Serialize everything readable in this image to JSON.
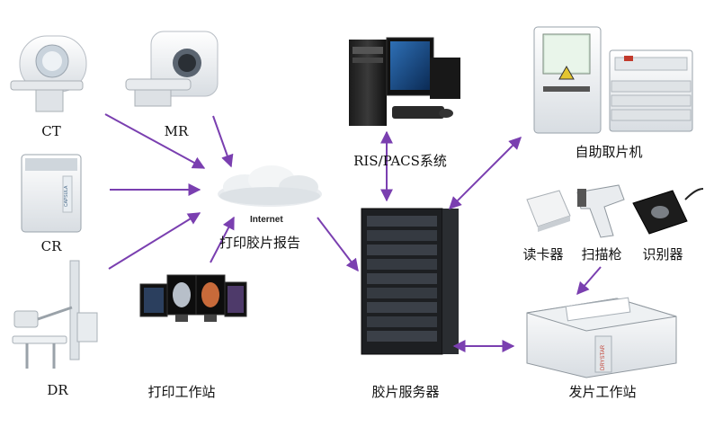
{
  "devices": {
    "ct": "CT",
    "mr": "MR",
    "cr": "CR",
    "dr": "DR",
    "print_workstation": "打印工作站",
    "internet": "Internet",
    "print_report": "打印胶片报告",
    "ris_pacs": "RIS/PACS系统",
    "film_server": "胶片服务器",
    "self_service_kiosk": "自助取片机",
    "card_reader": "读卡器",
    "scanner_gun": "扫描枪",
    "recognizer": "识别器",
    "film_workstation": "发片工作站"
  },
  "colors": {
    "arrow": "#7a3fb0"
  },
  "icons": [
    "ct-scanner-icon",
    "mr-scanner-icon",
    "cr-unit-icon",
    "dr-unit-icon",
    "monitors-icon",
    "cloud-icon",
    "ris-pacs-computer-icon",
    "server-rack-icon",
    "kiosk-icon",
    "film-printer-icon",
    "card-reader-icon",
    "barcode-scanner-icon",
    "fingerprint-reader-icon",
    "film-printer-icon"
  ]
}
